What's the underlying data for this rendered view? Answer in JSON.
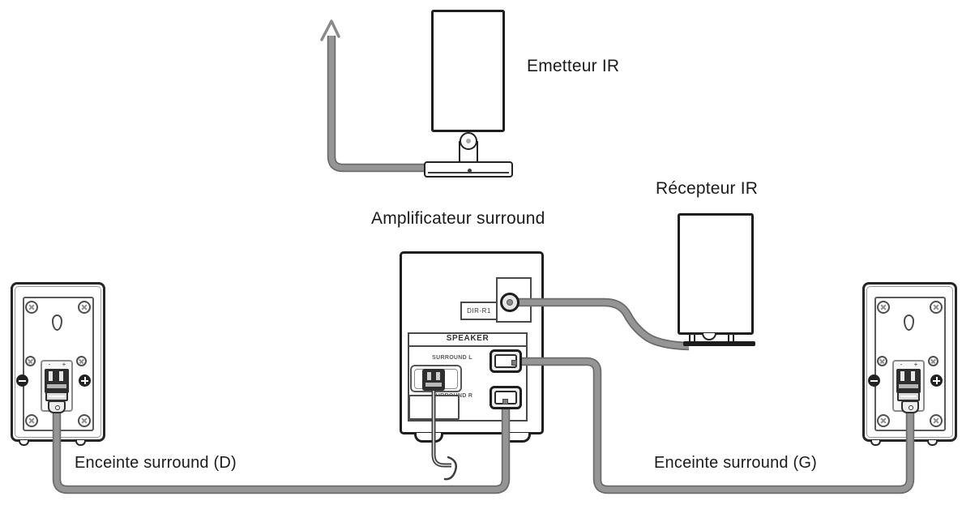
{
  "diagram": {
    "title_labels": {
      "emitter": "Emetteur IR",
      "receiver": "Récepteur IR",
      "amplifier": "Amplificateur surround",
      "speaker_right": "Enceinte surround (D)",
      "speaker_left": "Enceinte surround (G)"
    },
    "amplifier_panel": {
      "dir_port": "DIR-R1",
      "speaker_section": "SPEAKER",
      "surround_l": "SURROUND L",
      "surround_r": "SURROUND R"
    },
    "speaker_terminals": {
      "minus_mark": "-",
      "plus_mark": "+"
    },
    "icons": {
      "cable_end": "arrow-up-icon",
      "power_cord_end": "cord-break-squiggle-icon",
      "terminal_negative": "minus-circle-icon",
      "terminal_positive": "plus-circle-icon",
      "wall_mount": "keyhole-icon",
      "fasteners": "screw-icon"
    },
    "colors": {
      "background": "#ffffff",
      "cable": "#8c8c8c",
      "cable_edge": "#6b6b6b",
      "power_cord": "#3c3c3c",
      "outline": "#1f1f1f",
      "text": "#1b1b1b"
    }
  }
}
